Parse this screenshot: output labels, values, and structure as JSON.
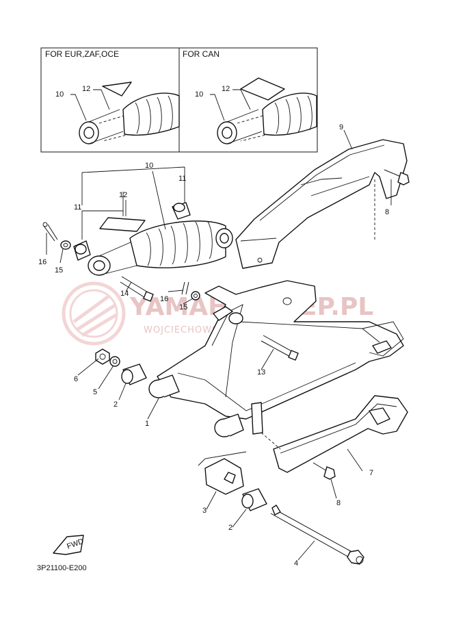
{
  "inset_left": {
    "title": "FOR EUR,ZAF,OCE",
    "labels": [
      "10",
      "12"
    ]
  },
  "inset_right": {
    "title": "FOR CAN",
    "labels": [
      "10",
      "12"
    ]
  },
  "watermark": {
    "main": "YAMAHASKLEP.PL",
    "sub": "WOJCIECHOWSKI - DEALER YAMAHA"
  },
  "fwd_label": "FWD",
  "diagram_code": "3P21100-E200",
  "callouts": [
    "1",
    "2",
    "2",
    "3",
    "4",
    "5",
    "6",
    "7",
    "8",
    "8",
    "9",
    "10",
    "11",
    "11",
    "12",
    "13",
    "14",
    "15",
    "15",
    "16",
    "16"
  ]
}
